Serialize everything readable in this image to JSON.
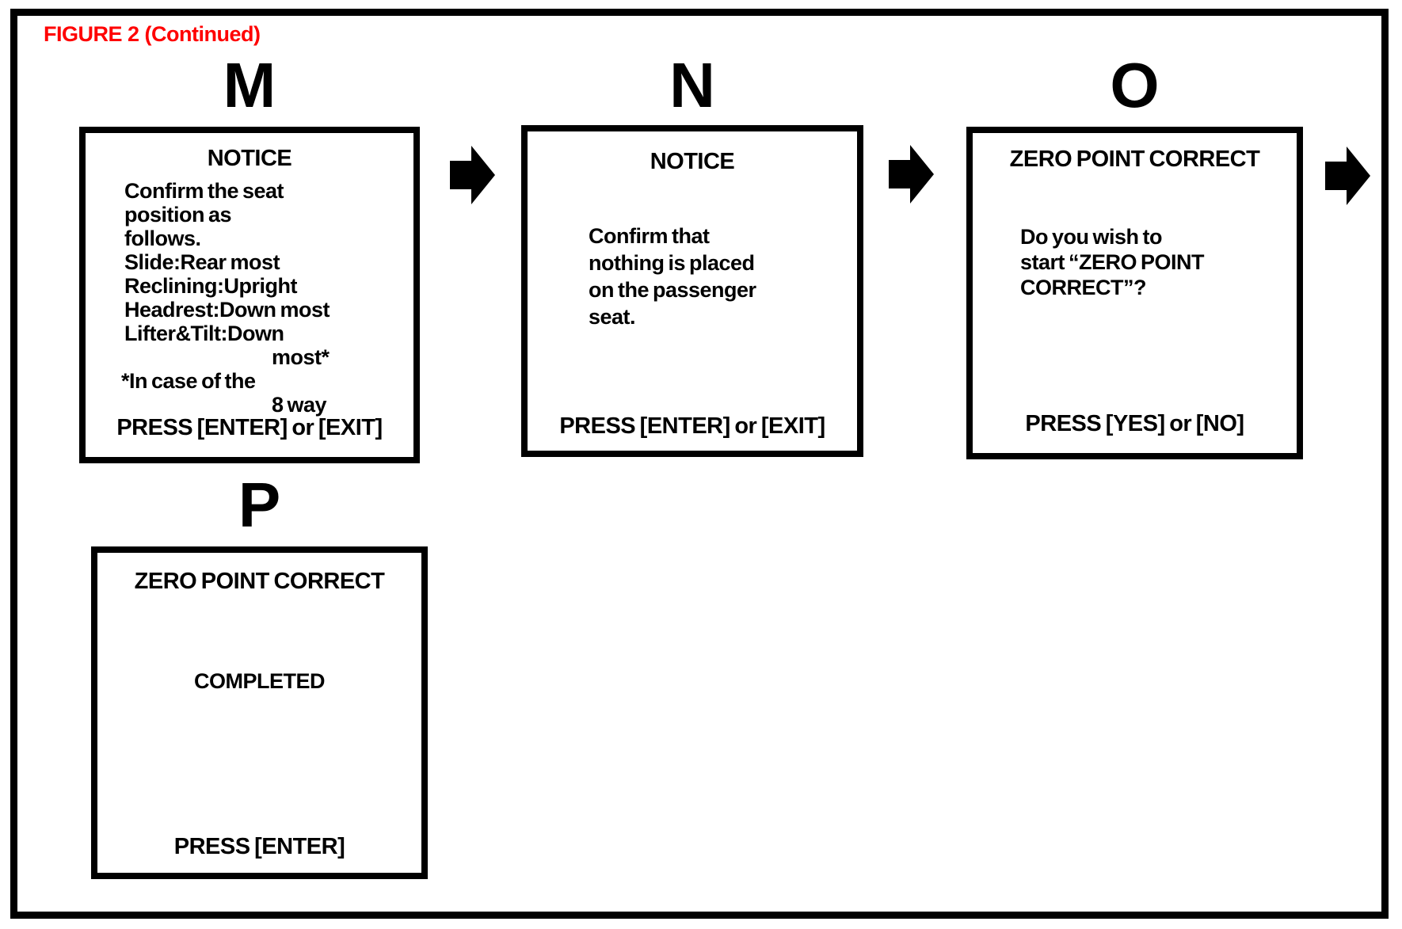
{
  "figure": {
    "title": "FIGURE 2 (Continued)"
  },
  "colors": {
    "title": "#ff0000",
    "line": "#000000",
    "background": "#ffffff"
  },
  "icons": {
    "flow_arrow": "right-block-arrow"
  },
  "panels": [
    {
      "label": "M",
      "header": "NOTICE",
      "lines": [
        {
          "text": "Confirm the seat",
          "indent": 0
        },
        {
          "text": "position as",
          "indent": 0
        },
        {
          "text": "follows.",
          "indent": 0
        },
        {
          "text": "Slide:Rear most",
          "indent": 0
        },
        {
          "text": "Reclining:Upright",
          "indent": 0
        },
        {
          "text": "Headrest:Down most",
          "indent": 0
        },
        {
          "text": "Lifter&Tilt:Down",
          "indent": 0
        },
        {
          "text": "most*",
          "indent": 186
        },
        {
          "text": "*In case of the",
          "indent": -4
        },
        {
          "text": "8 way",
          "indent": 186
        }
      ],
      "footer": "PRESS [ENTER] or [EXIT]"
    },
    {
      "label": "N",
      "header": "NOTICE",
      "lines": [
        {
          "text": "Confirm that",
          "indent": 0
        },
        {
          "text": "nothing is placed",
          "indent": 0
        },
        {
          "text": "on the passenger",
          "indent": 0
        },
        {
          "text": "seat.",
          "indent": 0
        }
      ],
      "footer": "PRESS [ENTER] or [EXIT]"
    },
    {
      "label": "O",
      "header": "ZERO POINT CORRECT",
      "lines": [
        {
          "text": "Do you wish to",
          "indent": 0
        },
        {
          "text": "start “ZERO POINT",
          "indent": 0
        },
        {
          "text": "CORRECT”?",
          "indent": 0
        }
      ],
      "footer": "PRESS [YES] or [NO]"
    },
    {
      "label": "P",
      "header": "ZERO POINT CORRECT",
      "lines": [
        {
          "text": "COMPLETED",
          "indent": 0
        }
      ],
      "footer": "PRESS [ENTER]"
    }
  ]
}
